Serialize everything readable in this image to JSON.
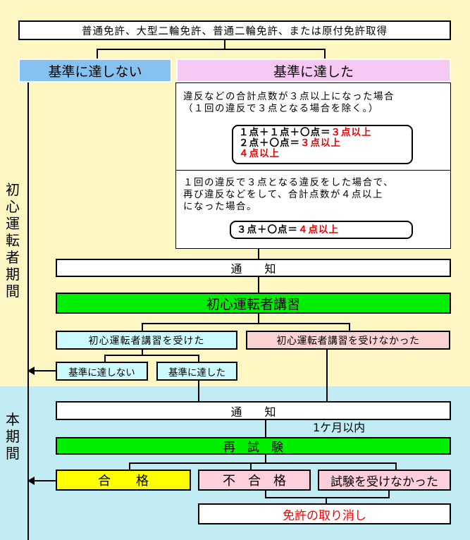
{
  "top_box": "普通免許、大型二輪免許、普通二輪免許、または原付免許取得",
  "branch_not_met": "基準に達しない",
  "branch_met": "基準に達した",
  "case1": {
    "line1": "違反などの合計点数が３点以上になった場合",
    "line2": "（１回の違反で３点となる場合を除く。）",
    "formula1_pre": "１点＋１点＋〇点＝",
    "formula1_res": "３点以上",
    "formula2_pre": "２点＋〇点＝",
    "formula2_res": "３点以上",
    "formula3_res": "４点以上"
  },
  "case2": {
    "line1": "１回の違反で３点となる違反をした場合で、",
    "line2": "再び違反などをして、合計点数が４点以上",
    "line3": "になった場合。",
    "formula_pre": "３点＋〇点＝",
    "formula_res": "４点以上"
  },
  "side_initial_period": [
    "初",
    "心",
    "運",
    "転",
    "者",
    "期",
    "間"
  ],
  "side_main_period": [
    "本",
    "期",
    "間"
  ],
  "notice1": "通　　知",
  "course": "初心運転者講習",
  "took_course": "初心運転者講習を受けた",
  "not_took_course": "初心運転者講習を受けなかった",
  "sub_not_met": "基準に達しない",
  "sub_met": "基準に達した",
  "notice2": "通　　知",
  "within_month": "1ケ月以内",
  "retest": "再　試　験",
  "pass": "合　　格",
  "fail": "不　合　格",
  "no_test": "試験を受けなかった",
  "revoke": "免許の取り消し",
  "colors": {
    "bg_top": "#fef7c3",
    "bg_bottom": "#c2ecf4",
    "blue_box": "#86c2f0",
    "pink_box": "#f8c8f4",
    "green": "#00ee00",
    "light_cyan": "#ccfbff",
    "salmon": "#fad2d2",
    "yellow": "#ffff00",
    "pink_fail": "#ffd0dc",
    "revoke_red": "#ff0000"
  }
}
